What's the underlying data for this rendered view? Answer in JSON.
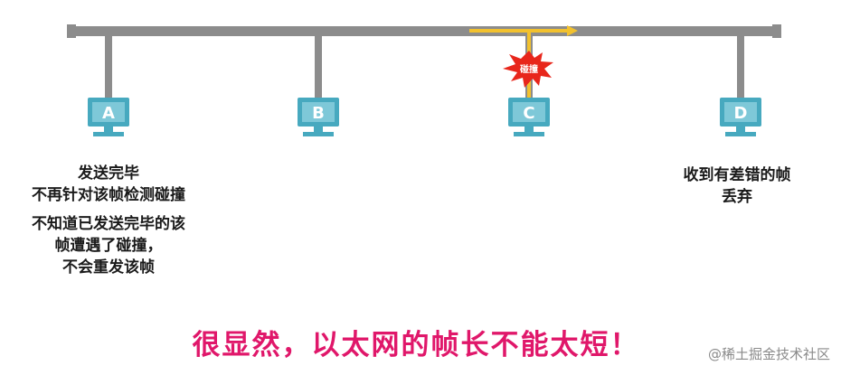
{
  "stations": [
    {
      "id": "A",
      "label": "A"
    },
    {
      "id": "B",
      "label": "B"
    },
    {
      "id": "C",
      "label": "C"
    },
    {
      "id": "D",
      "label": "D"
    }
  ],
  "collision": {
    "label": "碰撞"
  },
  "station_a_notes": {
    "line1": "发送完毕",
    "line2": "不再针对该帧检测碰撞",
    "line3": "不知道已发送完毕的该",
    "line4": "帧遭遇了碰撞，",
    "line5": "不会重发该帧"
  },
  "station_d_notes": {
    "line1": "收到有差错的帧",
    "line2": "丢弃"
  },
  "headline": "很显然，以太网的帧长不能太短！",
  "watermark": "@稀土掘金技术社区",
  "colors": {
    "bus": "#8c8c8c",
    "station_fill": "#47a9bf",
    "signal": "#f2c12e",
    "collision": "#e8261b",
    "headline": "#e0176a"
  }
}
